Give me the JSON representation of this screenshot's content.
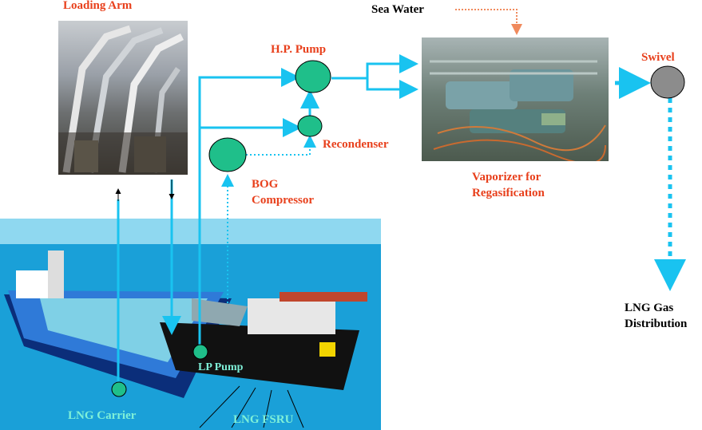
{
  "labels": {
    "loading_arm": "Loading Arm",
    "sea_water": "Sea Water",
    "hp_pump": "H.P. Pump",
    "swivel": "Swivel",
    "recondenser": "Recondenser",
    "bog_line1": "BOG",
    "bog_line2": "Compressor",
    "vaporizer_line1": "Vaporizer for",
    "vaporizer_line2": "Regasification",
    "lng_gas_line1": "LNG Gas",
    "lng_gas_line2": "Distribution",
    "lp_pump": "LP Pump",
    "lng_carrier": "LNG Carrier",
    "lng_fsru": "LNG FSRU"
  },
  "colors": {
    "pipe": "#19c3f0",
    "node": "#1fbf8a",
    "swivel": "#8c8c8c",
    "sea_water_line": "#f08a5d",
    "label_red": "#e8401c",
    "sea": "#1aa0d8",
    "sky": "#8fd8f0"
  },
  "icons": [
    "loading-arm-photo",
    "vaporizer-photo",
    "ships-illustration"
  ]
}
